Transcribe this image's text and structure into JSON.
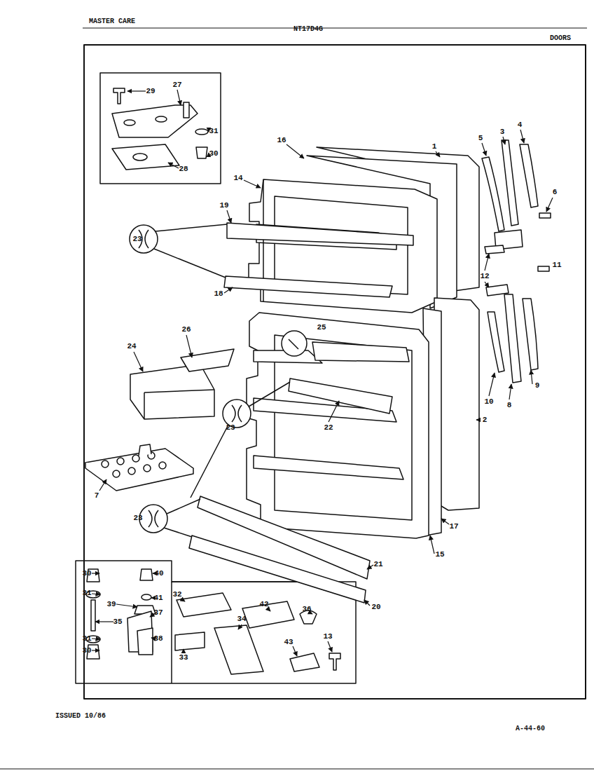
{
  "diagram": {
    "labels": [
      "MASTER CARE",
      "NT17D4G",
      "DOORS",
      "27",
      "29",
      "31",
      "30",
      "28",
      "16",
      "1",
      "5",
      "3",
      "4",
      "14",
      "6",
      "19",
      "23",
      "12",
      "11",
      "18",
      "25",
      "26",
      "24",
      "9",
      "10",
      "8",
      "2",
      "22",
      "23",
      "7",
      "23",
      "17",
      "15",
      "21",
      "30",
      "40",
      "31",
      "41",
      "32",
      "42",
      "20",
      "39",
      "36",
      "35",
      "37",
      "34",
      "31",
      "38",
      "30",
      "33",
      "43",
      "13",
      "ISSUED 10/86",
      "A-44-60"
    ]
  }
}
